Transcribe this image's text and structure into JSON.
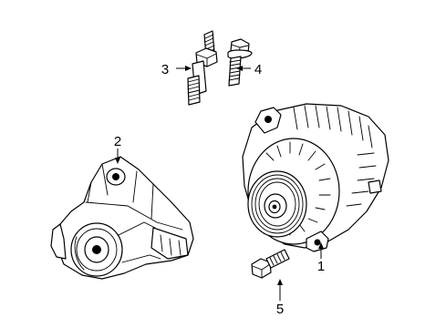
{
  "diagram": {
    "callouts": [
      {
        "id": "c1",
        "label": "1"
      },
      {
        "id": "c2",
        "label": "2"
      },
      {
        "id": "c3",
        "label": "3"
      },
      {
        "id": "c4",
        "label": "4"
      },
      {
        "id": "c5",
        "label": "5"
      }
    ],
    "colors": {
      "line": "#000000",
      "background": "#ffffff"
    }
  }
}
